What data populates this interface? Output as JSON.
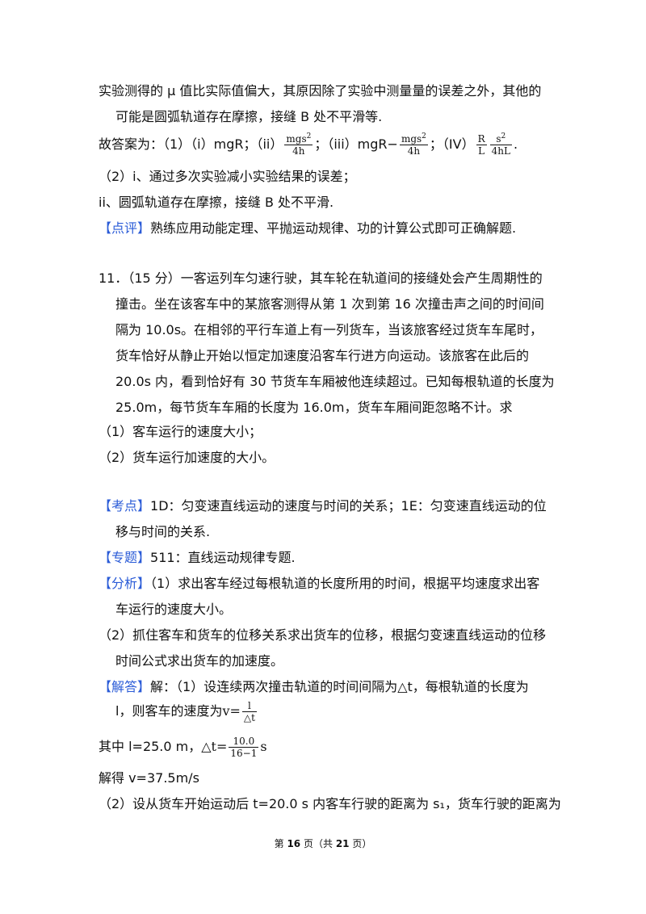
{
  "lines": {
    "l1": "实验测得的 μ 值比实际值偏大，其原因除了实验中测量量的误差之外，其他的",
    "l2": "可能是圆弧轨道存在摩擦，接缝 B 处不平滑等.",
    "answer_prefix": "故答案为：（1）（i）mgR；（ii）",
    "answer_iii": "；（iii）mgR−",
    "answer_iv": "；（IV）",
    "answer_end": ".",
    "l4": "（2）i、通过多次实验减小实验结果的误差；",
    "l5": "ii、圆弧轨道存在摩擦，接缝 B 处不平滑.",
    "comment_tag": "【点评】",
    "comment": "熟练应用动能定理、平抛运动规律、功的计算公式即可正确解题.",
    "q11_a": "11．（15 分）一客运列车匀速行驶，其车轮在轨道间的接缝处会产生周期性的",
    "q11_b": "撞击。坐在该客车中的某旅客测得从第 1 次到第 16 次撞击声之间的时间间",
    "q11_c": "隔为 10.0s。在相邻的平行车道上有一列货车，当该旅客经过货车车尾时，",
    "q11_d": "货车恰好从静止开始以恒定加速度沿客车行进方向运动。该旅客在此后的",
    "q11_e": "20.0s 内，看到恰好有 30 节货车车厢被他连续超过。已知每根轨道的长度为",
    "q11_f": "25.0m，每节货车车厢的长度为 16.0m，货车车厢间距忽略不计。求",
    "q11_1": "（1）客车运行的速度大小；",
    "q11_2": "（2）货车运行加速度的大小。",
    "kd_tag": "【考点】",
    "kd_a": "1D：匀变速直线运动的速度与时间的关系；1E：匀变速直线运动的位",
    "kd_b": "移与时间的关系.",
    "zt_tag": "【专题】",
    "zt": "511：直线运动规律专题.",
    "fx_tag": "【分析】",
    "fx_a": "（1）求出客车经过每根轨道的长度所用的时间，根据平均速度求出客",
    "fx_b": "车运行的速度大小。",
    "fx_c": "（2）抓住客车和货车的位移关系求出货车的位移，根据匀变速直线运动的位移",
    "fx_d": "时间公式求出货车的加速度。",
    "jd_tag": "【解答】",
    "jd_a": "解：（1）设连续两次撞击轨道的时间间隔为△t，每根轨道的长度为",
    "jd_b": "l，则客车的速度为",
    "jd_c_pre": "其中 l=25.0 m，",
    "jd_d": "解得  v=37.5m/s",
    "jd_e": "（2）设从货车开始运动后 t=20.0 s 内客车行驶的距离为 s₁，货车行驶的距离为"
  },
  "formulas": {
    "ii_num": "mgs",
    "ii_den": "4h",
    "iii_num": "mgs",
    "iii_den": "4h",
    "iv_r": "R",
    "iv_l": "L",
    "iv_num": "s",
    "iv_den": "4hL",
    "sq": "2",
    "v_lhs": "v=",
    "v_num": "l",
    "v_den": "△t",
    "dt_lhs": "△t=",
    "dt_num": "10.0",
    "dt_den": "16−1",
    "dt_unit": "s"
  },
  "footer": {
    "pre": "第",
    "page": "16",
    "mid": "页（共",
    "total": "21",
    "post": "页）"
  }
}
